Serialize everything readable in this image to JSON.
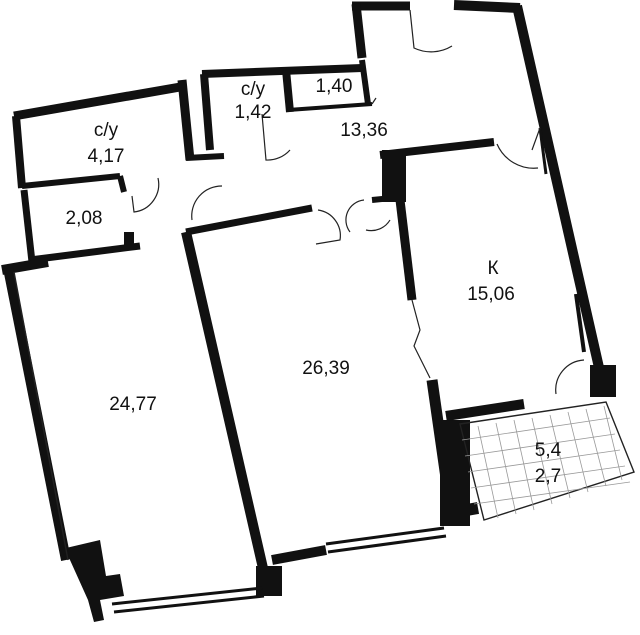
{
  "rooms": [
    {
      "id": "bath-large",
      "label": "с/у",
      "area": "4,17"
    },
    {
      "id": "storage",
      "label": "",
      "area": "2,08"
    },
    {
      "id": "bath-small",
      "label": "с/у",
      "area": "1,42"
    },
    {
      "id": "closet",
      "label": "",
      "area": "1,40"
    },
    {
      "id": "hall",
      "label": "",
      "area": "13,36"
    },
    {
      "id": "kitchen",
      "label": "К",
      "area": "15,06"
    },
    {
      "id": "living-room",
      "label": "",
      "area": "26,39"
    },
    {
      "id": "bedroom",
      "label": "",
      "area": "24,77"
    },
    {
      "id": "balcony",
      "label": "",
      "area": "5,4",
      "area2": "2,7"
    }
  ],
  "colors": {
    "wall": "#111111",
    "background": "#ffffff",
    "tile": "#999999"
  }
}
